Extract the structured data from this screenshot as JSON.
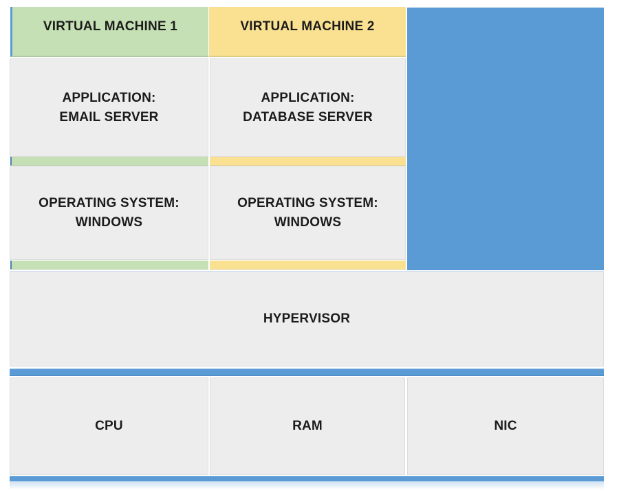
{
  "colors": {
    "vm1_accent_green": "#C5E0B4",
    "vm2_accent_gold": "#FAE192",
    "host_blue": "#5B9BD5",
    "box_gray": "#EDEDED",
    "text": "#1B1B1B"
  },
  "vms": [
    {
      "title": "VIRTUAL MACHINE 1",
      "application_line1": "APPLICATION:",
      "application_line2": "EMAIL SERVER",
      "os_line1": "OPERATING SYSTEM:",
      "os_line2": "WINDOWS"
    },
    {
      "title": "VIRTUAL MACHINE 2",
      "application_line1": "APPLICATION:",
      "application_line2": "DATABASE SERVER",
      "os_line1": "OPERATING SYSTEM:",
      "os_line2": "WINDOWS"
    }
  ],
  "hypervisor": {
    "label": "HYPERVISOR"
  },
  "hardware": [
    {
      "label": "CPU"
    },
    {
      "label": "RAM"
    },
    {
      "label": "NIC"
    }
  ]
}
